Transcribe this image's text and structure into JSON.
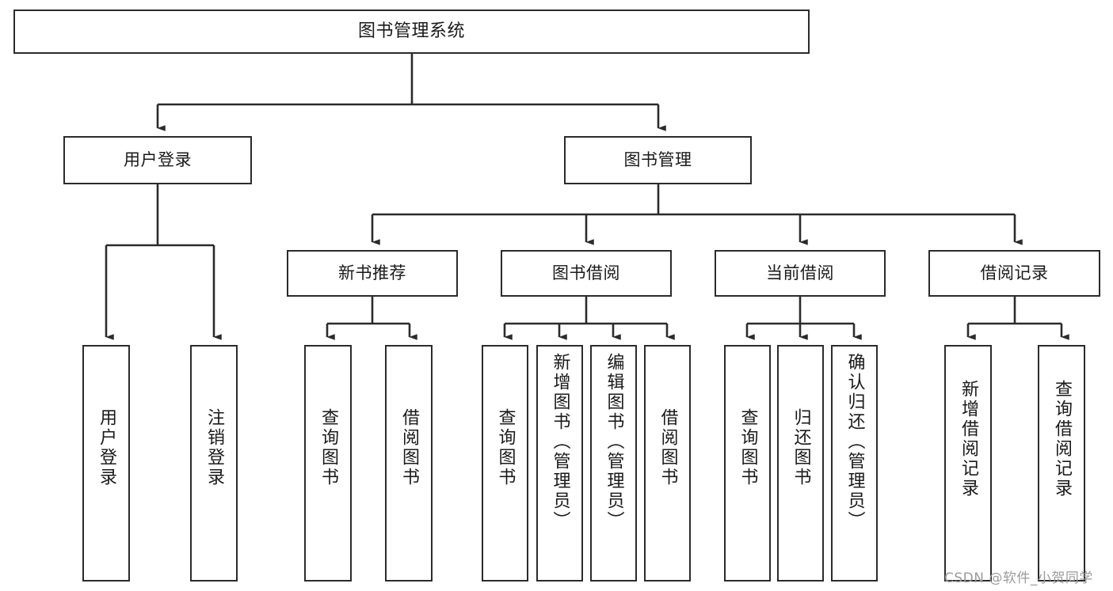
{
  "diagram": {
    "title": "图书管理系统",
    "type": "tree-hierarchy-diagram",
    "theme": {
      "background": "#ffffff",
      "box_border": "#2b2b2b",
      "box_fill": "#ffffff",
      "edge_color": "#2b2b2b",
      "text_color": "#1a1a1a",
      "watermark_color": "#9b9b9b"
    }
  },
  "nodes": {
    "root": {
      "label": "图书管理系统",
      "level": 0
    },
    "level2": [
      {
        "id": "user-login",
        "label": "用户登录"
      },
      {
        "id": "book-manage",
        "label": "图书管理"
      }
    ],
    "level3": [
      {
        "id": "new-book-recommend",
        "label": "新书推荐"
      },
      {
        "id": "book-borrow",
        "label": "图书借阅"
      },
      {
        "id": "current-borrow",
        "label": "当前借阅"
      },
      {
        "id": "borrow-record",
        "label": "借阅记录"
      }
    ],
    "leaves": {
      "user-login": [
        {
          "id": "leaf-user-login",
          "label": "用户登录"
        },
        {
          "id": "leaf-logout",
          "label": "注销登录"
        }
      ],
      "new-book-recommend": [
        {
          "id": "leaf-query-book-1",
          "label": "查询图书"
        },
        {
          "id": "leaf-borrow-book-1",
          "label": "借阅图书"
        }
      ],
      "book-borrow": [
        {
          "id": "leaf-query-book-2",
          "label": "查询图书"
        },
        {
          "id": "leaf-add-book",
          "label": "新增图书（管理员）"
        },
        {
          "id": "leaf-edit-book",
          "label": "编辑图书（管理员）"
        },
        {
          "id": "leaf-borrow-book-2",
          "label": "借阅图书"
        }
      ],
      "current-borrow": [
        {
          "id": "leaf-query-book-3",
          "label": "查询图书"
        },
        {
          "id": "leaf-return-book",
          "label": "归还图书"
        },
        {
          "id": "leaf-confirm-return",
          "label": "确认归还（管理员）"
        }
      ],
      "borrow-record": [
        {
          "id": "leaf-add-record",
          "label": "新增借阅记录"
        },
        {
          "id": "leaf-query-record",
          "label": "查询借阅记录"
        }
      ]
    }
  },
  "watermark": {
    "text": "CSDN @软件_小贺同学"
  }
}
